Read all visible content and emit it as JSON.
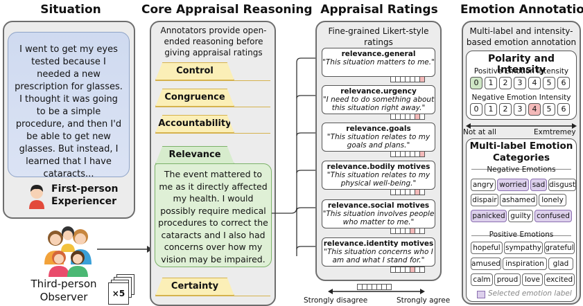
{
  "columns": {
    "situation": "Situation",
    "reasoning": "Core Appraisal Reasoning",
    "ratings": "Appraisal Ratings",
    "emotion": "Emotion Annotation"
  },
  "situation": {
    "story": "I went to get my eyes tested because I needed a new prescription for glasses. I thought it was going to be a simple procedure, and then I'd be able to get new glasses. But instead, I learned that I have cataracts...",
    "experiencer_label": "First-person Experiencer",
    "observer_label": "Third-person Observer",
    "observer_count": "×5"
  },
  "reasoning": {
    "intro": "Annotators provide open-ended reasoning before giving appraisal ratings",
    "dimensions": [
      "Control",
      "Congruence",
      "Accountability",
      "Relevance",
      "Certainty"
    ],
    "relevance_text": "The event mattered to me as it directly affected my health. I would possibly require medical procedures to correct the cataracts and I also had concerns over how my vision may be impaired."
  },
  "ratings": {
    "subtitle": "Fine-grained Likert-style ratings",
    "items": [
      {
        "key": "relevance.general",
        "question": "\"This situation matters to me.\"",
        "selected": 7
      },
      {
        "key": "relevance.urgency",
        "question": "\"I need to do something about this situation right away.\"",
        "selected": 6
      },
      {
        "key": "relevance.goals",
        "question": "\"This situation relates to my goals and plans.\"",
        "selected": 7
      },
      {
        "key": "relevance.bodily motives",
        "question": "\"This situation relates to my physical well-being.\"",
        "selected": 6
      },
      {
        "key": "relevance.social motives",
        "question": "\"This situation involves people who matter to me.\"",
        "selected": 5
      },
      {
        "key": "relevance.identity motives",
        "question": "\"This situation concerns who I am and what I stand for.\"",
        "selected": 5
      }
    ],
    "scale_min_label": "Strongly disagree",
    "scale_max_label": "Strongly agree"
  },
  "emotion": {
    "intro": "Multi-label and intensity-based emotion annotation",
    "polarity_title": "Polarity and Intensity",
    "positive_label": "Positive Emotion Intensity",
    "negative_label": "Negative Emotion Intensity",
    "scale_values": [
      "0",
      "1",
      "2",
      "3",
      "4",
      "5",
      "6"
    ],
    "positive_selected": 0,
    "negative_selected": 4,
    "not_at_all": "Not at all",
    "extremely": "Exmtremey",
    "categories_title": "Multi-label Emotion Categories",
    "negative_heading": "Negative Emotions",
    "negative_emotions": [
      {
        "label": "angry",
        "selected": false
      },
      {
        "label": "worried",
        "selected": true
      },
      {
        "label": "sad",
        "selected": true
      },
      {
        "label": "disgust",
        "selected": false
      },
      {
        "label": "dispair",
        "selected": false
      },
      {
        "label": "ashamed",
        "selected": false
      },
      {
        "label": "lonely",
        "selected": false
      },
      {
        "label": "panicked",
        "selected": true
      },
      {
        "label": "guilty",
        "selected": false
      },
      {
        "label": "confused",
        "selected": true
      }
    ],
    "positive_heading": "Positive Emotions",
    "positive_emotions": [
      {
        "label": "hopeful",
        "selected": false
      },
      {
        "label": "sympathy",
        "selected": false
      },
      {
        "label": "grateful",
        "selected": false
      },
      {
        "label": "amused",
        "selected": false
      },
      {
        "label": "inspiration",
        "selected": false
      },
      {
        "label": "glad",
        "selected": false
      },
      {
        "label": "calm",
        "selected": false
      },
      {
        "label": "proud",
        "selected": false
      },
      {
        "label": "love",
        "selected": false
      },
      {
        "label": "excited",
        "selected": false
      }
    ],
    "legend_label": "Selected emotion label"
  },
  "colors": {
    "panel_bg": "#ececec",
    "tab_yellow": "#fbefb7",
    "tab_green": "#d7eccd",
    "selected_purple": "#ddd0ec",
    "negative_red": "#f3b9b9",
    "positive_green": "#cfe7c6",
    "story_blue": "#cfdaf0"
  }
}
